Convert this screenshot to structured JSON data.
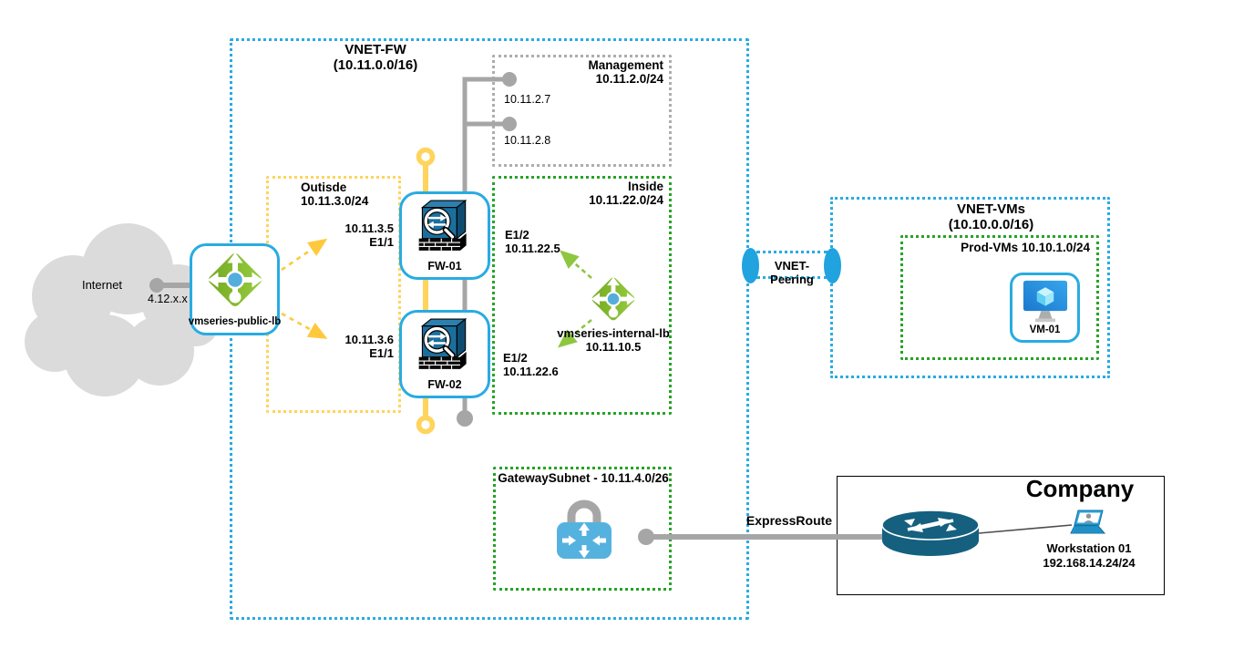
{
  "diagram": {
    "internet": {
      "label": "Internet",
      "ip": "4.12.x.x"
    },
    "public_lb": {
      "label": "vmseries-public-lb"
    },
    "vnet_fw": {
      "title": "VNET-FW",
      "cidr": "(10.11.0.0/16)",
      "management": {
        "title": "Management",
        "cidr": "10.11.2.0/24",
        "ips": [
          "10.11.2.7",
          "10.11.2.8"
        ]
      },
      "outside": {
        "title": "Outisde",
        "cidr": "10.11.3.0/24"
      },
      "inside": {
        "title": "Inside",
        "cidr": "10.11.22.0/24"
      },
      "fw01": {
        "label": "FW-01",
        "outside_ip": "10.11.3.5",
        "outside_port": "E1/1",
        "inside_port": "E1/2",
        "inside_ip": "10.11.22.5"
      },
      "fw02": {
        "label": "FW-02",
        "outside_ip": "10.11.3.6",
        "outside_port": "E1/1",
        "inside_port": "E1/2",
        "inside_ip": "10.11.22.6"
      },
      "internal_lb": {
        "label": "vmseries-internal-lb",
        "ip": "10.11.10.5"
      },
      "gateway_subnet": {
        "title": "GatewaySubnet - 10.11.4.0/26"
      }
    },
    "vnet_peering": {
      "label": "VNET-Peering"
    },
    "vnet_vms": {
      "title": "VNET-VMs",
      "cidr": "(10.10.0.0/16)",
      "prod_vms": {
        "title": "Prod-VMs 10.10.1.0/24"
      },
      "vm01": {
        "label": "VM-01"
      }
    },
    "expressroute": {
      "label": "ExpressRoute"
    },
    "company": {
      "title": "Company",
      "workstation": {
        "label": "Workstation 01",
        "ip": "192.168.14.24/24"
      }
    },
    "colors": {
      "vnet_border": "#29ABE2",
      "subnet_green": "#28A228",
      "subnet_yellow": "#FFD45C",
      "mgmt_gray": "#ADADAD",
      "line_gray": "#A6A6A6",
      "arrow_yellow": "#FFC93E",
      "arrow_green": "#8DC63F",
      "lb_green_dark": "#74A822",
      "lb_green_light": "#96CE3F",
      "firewall_blue": "#1C6F9D",
      "gateway_blue": "#55B2DF",
      "router_blue": "#15607F"
    }
  }
}
